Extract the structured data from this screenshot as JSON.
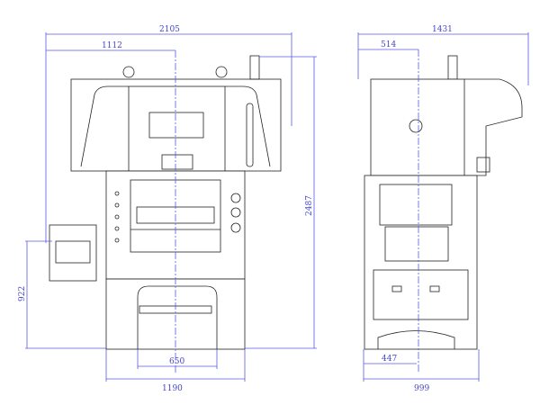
{
  "title": "Press machine dimensional drawing",
  "colors": {
    "dimension": "#5a5ae6",
    "outline": "#222222"
  },
  "front_view": {
    "overall_width": "2105",
    "center_offset": "1112",
    "overall_height": "2487",
    "feed_height": "922",
    "bed_opening": "650",
    "base_width": "1190"
  },
  "side_view": {
    "overall_depth": "1431",
    "center_offset": "514",
    "bed_offset": "447",
    "base_depth": "999"
  }
}
